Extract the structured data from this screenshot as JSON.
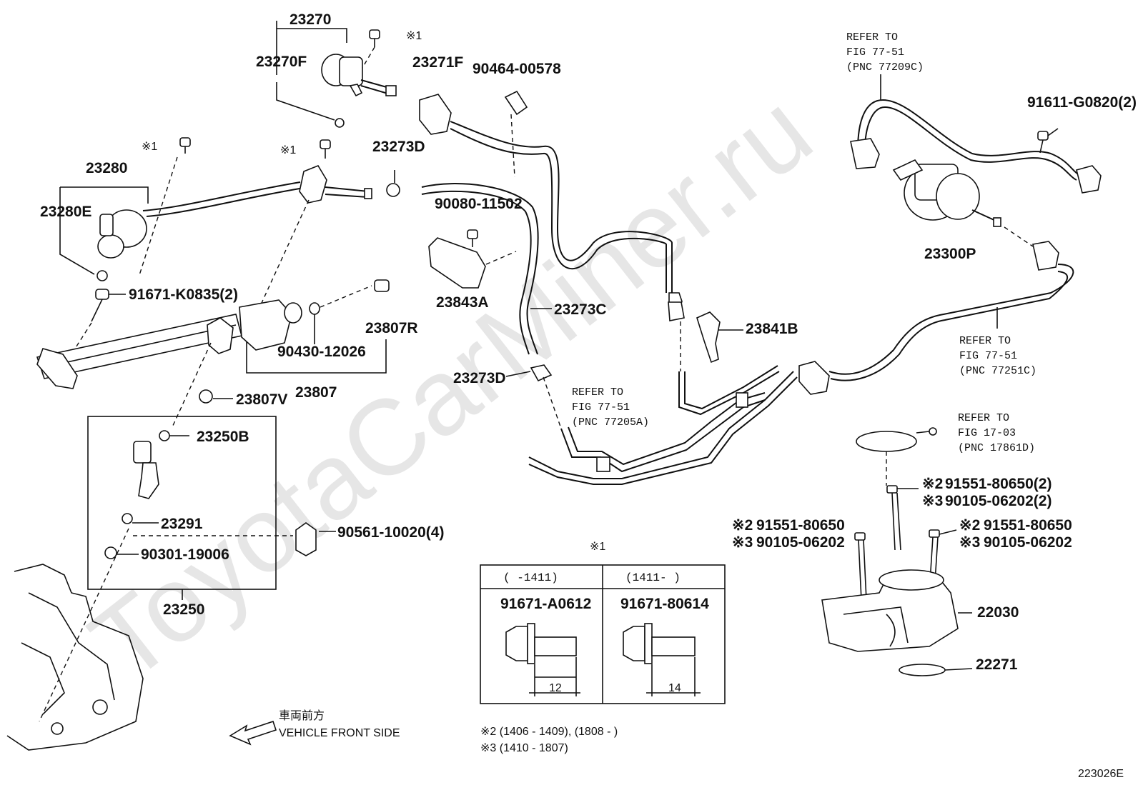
{
  "watermark": "ToyotaCarMiner.ru",
  "labels": {
    "p23270": "23270",
    "p23270F": "23270F",
    "p23280": "23280",
    "p23280E": "23280E",
    "p91671K": "91671-K0835(2)",
    "p23271F": "23271F",
    "p90464": "90464-00578",
    "p23273D_top": "23273D",
    "p90080": "90080-11502",
    "p23843A": "23843A",
    "p23273C": "23273C",
    "p23807R": "23807R",
    "p90430": "90430-12026",
    "p23807": "23807",
    "p23807V": "23807V",
    "p23250B": "23250B",
    "p23291": "23291",
    "p90301": "90301-19006",
    "p23250": "23250",
    "p90561": "90561-10020(4)",
    "p23273D_bot": "23273D",
    "p23841B": "23841B",
    "p23300P": "23300P",
    "p91611": "91611-G0820(2)",
    "p22030": "22030",
    "p22271": "22271",
    "p91551_top": "91551-80650(2)",
    "p90105_top": "90105-06202(2)",
    "p91551_l": "91551-80650",
    "p90105_l": "90105-06202",
    "p91551_r": "91551-80650",
    "p90105_r": "90105-06202",
    "mark1": "※1",
    "mark2": "※2",
    "mark3": "※3"
  },
  "refs": {
    "r1": [
      "REFER TO",
      "FIG 77-51",
      "(PNC 77209C)"
    ],
    "r2": [
      "REFER TO",
      "FIG 77-51",
      "(PNC 77251C)"
    ],
    "r3": [
      "REFER TO",
      "FIG 77-51",
      "(PNC 77205A)"
    ],
    "r4": [
      "REFER TO",
      "FIG 17-03",
      "(PNC 17861D)"
    ]
  },
  "table": {
    "mark": "※1",
    "col1_head": "(      -1411)",
    "col2_head": "(1411-       )",
    "col1_part": "91671-A0612",
    "col2_part": "91671-80614",
    "col1_dim": "12",
    "col2_dim": "14"
  },
  "notes": {
    "note2": "※2 (1406 - 1409), (1808 -       )",
    "note3": "※3 (1410 - 1807)"
  },
  "front": {
    "jp": "車両前方",
    "en": "VEHICLE FRONT SIDE"
  },
  "fig_id": "223026E"
}
